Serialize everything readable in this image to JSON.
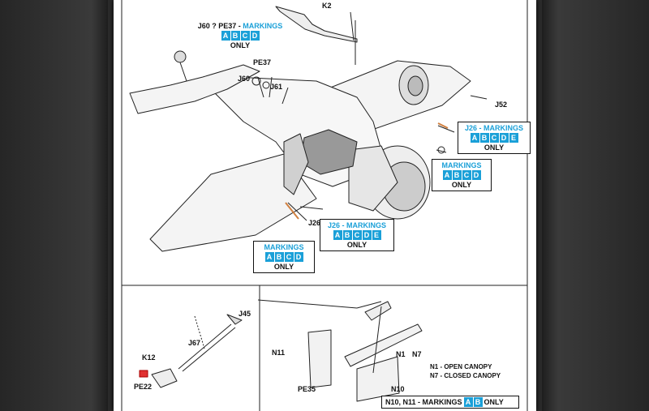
{
  "parts": {
    "k2": "K2",
    "j60_pe37": "J60 ? PE37 -",
    "pe37": "PE37",
    "j60": "J60",
    "j61": "J61",
    "j52": "J52",
    "j26_a": "J26",
    "j26_b": "J26",
    "j26_c": "J26 -",
    "k12": "K12",
    "pe22": "PE22",
    "j67": "J67",
    "j45": "J45",
    "pe35": "PE35",
    "n11": "N11",
    "n1": "N1",
    "n7": "N7",
    "n10": "N10"
  },
  "markings": {
    "top": {
      "title": "MARKINGS",
      "letters": [
        "A",
        "B",
        "C",
        "D"
      ],
      "only": "ONLY"
    },
    "right": {
      "title": "J26 - MARKINGS",
      "letters": [
        "A",
        "B",
        "C",
        "D",
        "E"
      ],
      "only": "ONLY"
    },
    "mid": {
      "title": "MARKINGS",
      "letters": [
        "A",
        "B",
        "C",
        "D"
      ],
      "only": "ONLY"
    },
    "lower_center": {
      "title": "J26 - MARKINGS",
      "letters": [
        "A",
        "B",
        "C",
        "D",
        "E"
      ],
      "only": "ONLY"
    },
    "lower_left": {
      "title": "MARKINGS",
      "letters": [
        "A",
        "B",
        "C",
        "D"
      ],
      "only": "ONLY"
    },
    "bottom": {
      "title": "N10, N11 - MARKINGS",
      "letters": [
        "A",
        "B"
      ],
      "only": "ONLY"
    }
  },
  "canopy_legend": {
    "n1": "N1 -  OPEN CANOPY",
    "n7": "N7 -  CLOSED CANOPY"
  },
  "colors": {
    "accent": "#1aa0d8",
    "ink": "#111111",
    "callout_red": "#e03030"
  }
}
